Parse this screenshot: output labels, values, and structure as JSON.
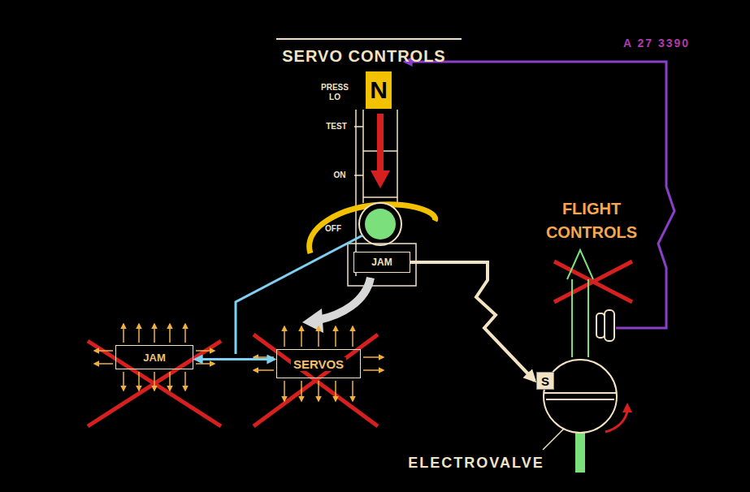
{
  "diagram": {
    "title": "SERVO CONTROLS",
    "nodes": [
      {
        "text": [
          "N"
        ]
      },
      {
        "text": [
          "JAM"
        ]
      },
      {
        "text": [
          "JAM"
        ]
      },
      {
        "text": [
          "SERVOS"
        ]
      },
      {
        "text": [
          "S"
        ]
      }
    ],
    "edges": [
      {
        "from": 2,
        "to": 3,
        "arrow": "both"
      },
      {
        "from": 1,
        "to": 4,
        "arrow": "to"
      }
    ],
    "labels": [
      "A 27 3390",
      "PRESS LO",
      "TEST",
      "ON",
      "OFF",
      "FLIGHT CONTROLS",
      "ELECTROVALVE"
    ]
  }
}
